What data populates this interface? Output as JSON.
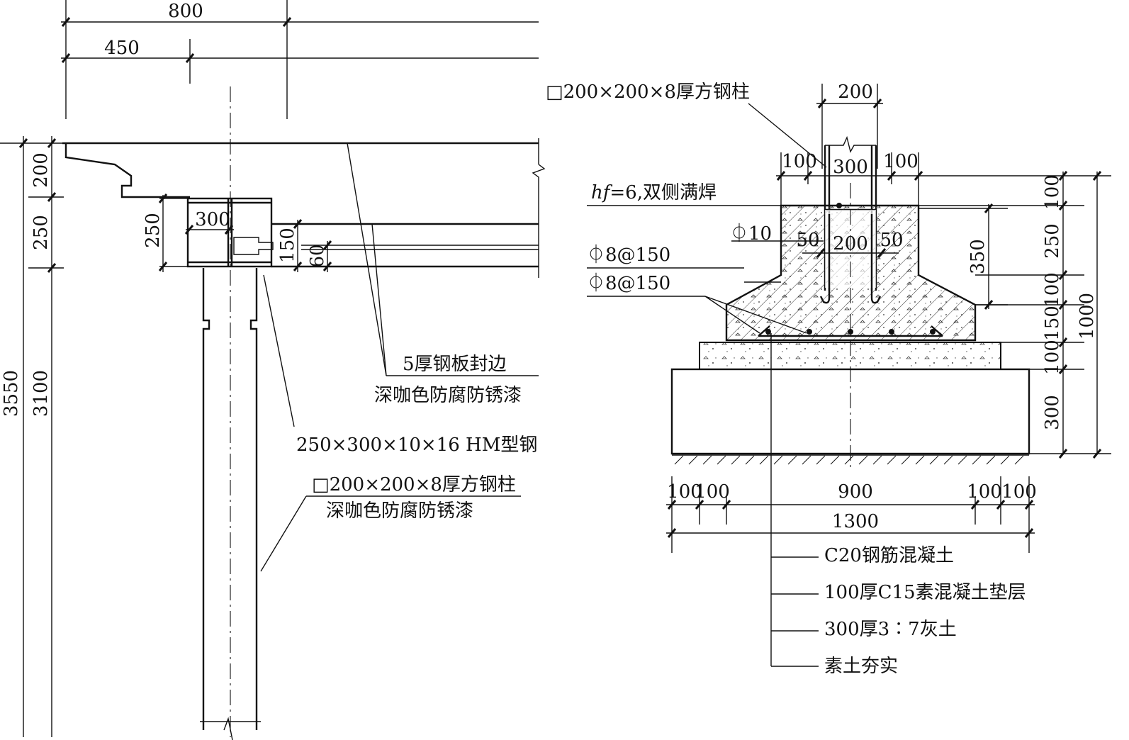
{
  "elevation": {
    "dims_top": {
      "overall": "800",
      "offset": "450"
    },
    "dims_left": {
      "total_height": "3550",
      "column_height": "3100",
      "cap_height": "200",
      "beam_height": "250"
    },
    "beam_dims": {
      "depth": "250",
      "width": "300",
      "rail_depth": "150",
      "rail_gap": "60"
    },
    "labels": {
      "edge_plate": "5厚钢板封边",
      "edge_plate_paint": "深咖色防腐防锈漆",
      "beam_spec": "250×300×10×16  HM型钢",
      "column_spec": "□200×200×8厚方钢柱",
      "column_paint": "深咖色防腐防锈漆"
    }
  },
  "foundation": {
    "column_spec": "□200×200×8厚方钢柱",
    "column_width": "200",
    "top_dims": {
      "left_offset": "100",
      "top_width": "300",
      "right_offset": "100"
    },
    "weld_note_italic": "hf",
    "weld_note": "=6,双侧满焊",
    "rebar_tie": "10",
    "rebar_mesh_1": "8@150",
    "rebar_mesh_2": "8@150",
    "inner_dims": {
      "left": "50",
      "center": "200",
      "right": "50",
      "embed_depth": "350"
    },
    "right_dims": [
      "100",
      "250",
      "100",
      "150",
      "100",
      "300"
    ],
    "total_depth": "1000",
    "bottom_dims": [
      "100",
      "100",
      "900",
      "100",
      "100"
    ],
    "total_width": "1300",
    "layers": [
      "C20钢筋混凝土",
      "100厚C15素混凝土垫层",
      "300厚3∶7灰土",
      "素土夯实"
    ]
  }
}
